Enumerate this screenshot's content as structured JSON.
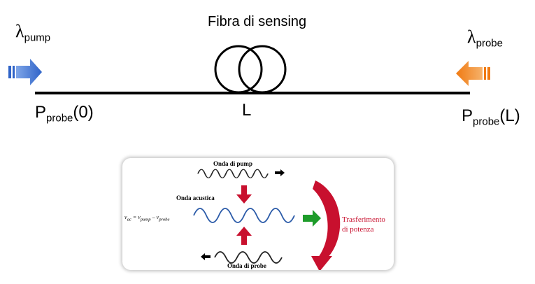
{
  "title": "Fibra di sensing",
  "lambda_symbol": "λ",
  "pump": {
    "sub": "pump"
  },
  "probe": {
    "sub": "probe"
  },
  "p_symbol": "P",
  "p0": {
    "sub": "probe",
    "arg": "(0)"
  },
  "pL": {
    "sub": "probe",
    "arg": "(L)"
  },
  "mid_label": "L",
  "colors": {
    "pump_arrow": "#2f63c8",
    "probe_arrow": "#f07a12",
    "acoustic_wave": "#2a5aa8",
    "red": "#c8102e",
    "green": "#1e9c2a"
  },
  "inset": {
    "pump_wave": "Onda di pump",
    "acoustic_wave": "Onda acustica",
    "probe_wave": "Onda di probe",
    "formula": {
      "nu": "ν",
      "ac_sub": "ac",
      "eq": " = ",
      "pump_sub": "pump",
      "minus": " – ",
      "probe_sub": "probe"
    },
    "transfer_line1": "Trasferimento",
    "transfer_line2": "di potenza"
  }
}
